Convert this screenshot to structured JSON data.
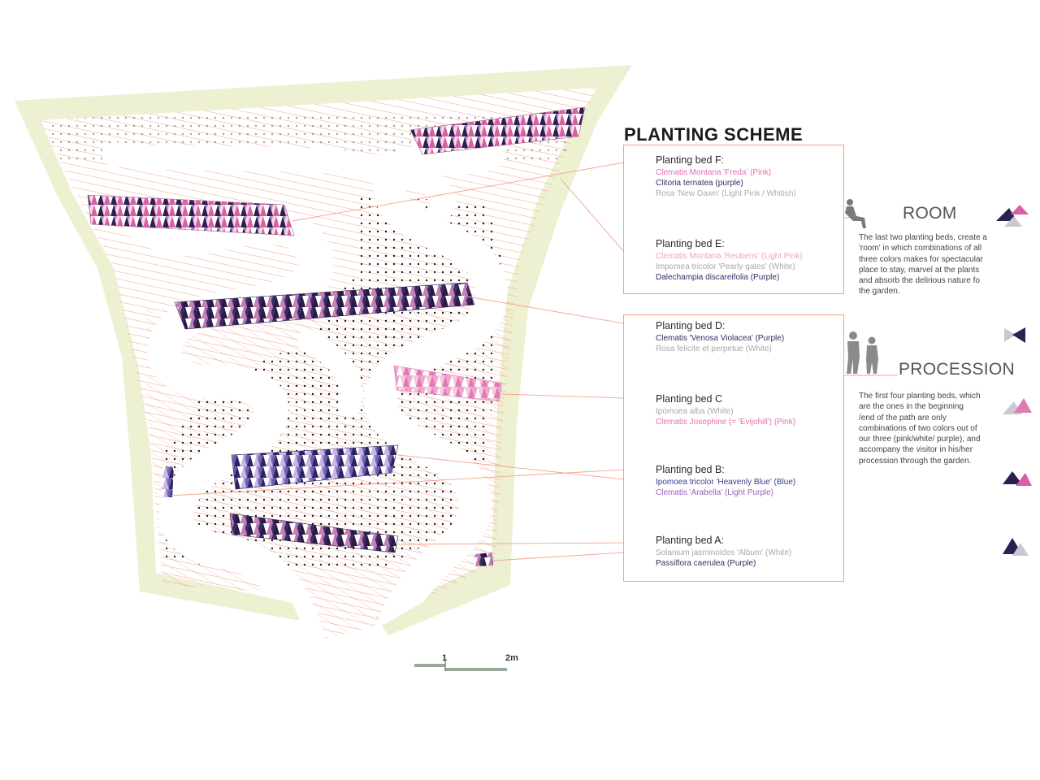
{
  "title": "PLANTING SCHEME",
  "beds": [
    {
      "id": "F",
      "heading": "Planting bed F:",
      "plants": [
        {
          "text": "Clematis Montana 'Freda' (Pink)",
          "tone": "pink"
        },
        {
          "text": "Clitoria ternatea (purple)",
          "tone": "purple"
        },
        {
          "text": "Rosa 'New Dawn' (Light Pink / Whitish)",
          "tone": "lpink"
        }
      ]
    },
    {
      "id": "E",
      "heading": "Planting bed E:",
      "plants": [
        {
          "text": "Clematis Montana 'Reubens' (Light Pink)",
          "tone": "lpinkstrong"
        },
        {
          "text": "Impomea tricolor 'Pearly gates' (White)",
          "tone": "white"
        },
        {
          "text": "Dalechampia discareifolia (Purple)",
          "tone": "purple"
        }
      ]
    },
    {
      "id": "D",
      "heading": "Planting bed D:",
      "plants": [
        {
          "text": "Clematis 'Venosa Violacea' (Purple)",
          "tone": "purple"
        },
        {
          "text": "Rosa felicite et perpetue (White)",
          "tone": "white"
        }
      ]
    },
    {
      "id": "C",
      "heading": "Planting bed C",
      "plants": [
        {
          "text": "Ipomoea alba (White)",
          "tone": "white"
        },
        {
          "text": "Clematis Josephine (= 'Evijohill') (Pink)",
          "tone": "pink"
        }
      ]
    },
    {
      "id": "B",
      "heading": "Planting bed B:",
      "plants": [
        {
          "text": "Ipomoea tricolor 'Heavenly Blue' (Blue)",
          "tone": "blue"
        },
        {
          "text": "Clematis 'Arabella' (Light Purple)",
          "tone": "lpurple"
        }
      ]
    },
    {
      "id": "A",
      "heading": "Planting bed A:",
      "plants": [
        {
          "text": "Solanium jasminoides 'Album' (White)",
          "tone": "white"
        },
        {
          "text": "Passiflora caerulea (Purple)",
          "tone": "purple"
        }
      ]
    }
  ],
  "room": {
    "title": "ROOM",
    "text": "The last two planting beds, create a  'room' in which combinations of all three colors makes for spectacular place to stay, marvel at the plants and absorb the delirious nature fo the garden."
  },
  "procession": {
    "title": "PROCESSION",
    "text": "The first four planting beds, which are the ones in the beginning /end of the path are only combinations of two colors out of our three (pink/white/ purple), and accompany the visitor in his/her procession through the garden."
  },
  "scale": {
    "mark1": "1",
    "mark2": "2m"
  },
  "colors": {
    "pink": "#e06fb0",
    "purple": "#2e1f52",
    "white": "#e8e4ea",
    "lightpink": "#f3c6dd",
    "leader": "#f2a28a",
    "wall": "#eef0d2",
    "path": "#ffffff"
  },
  "icons": [
    "seated-person-icon",
    "walking-people-icon",
    "triangle-cluster-icon"
  ]
}
